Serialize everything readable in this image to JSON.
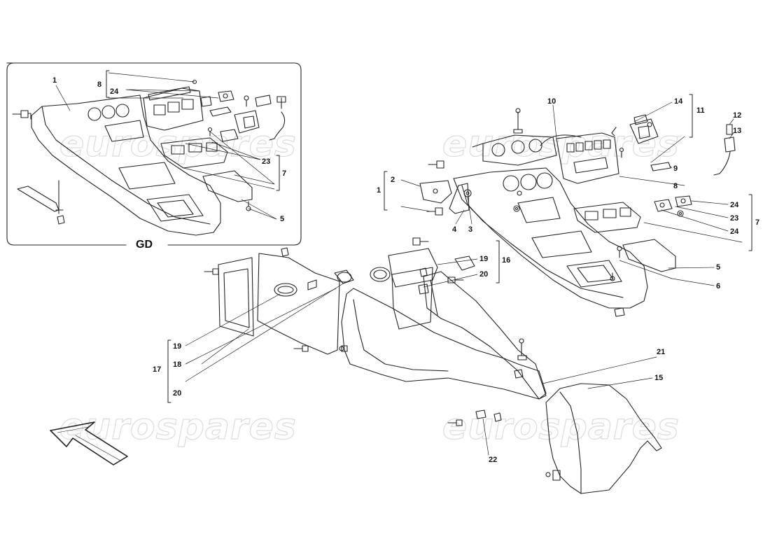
{
  "diagram": {
    "inset_label": "GD",
    "watermark": "eurospares",
    "callouts": {
      "inset": [
        {
          "id": "in-1",
          "text": "1"
        },
        {
          "id": "in-8",
          "text": "8"
        },
        {
          "id": "in-24",
          "text": "24"
        },
        {
          "id": "in-23",
          "text": "23"
        },
        {
          "id": "in-7",
          "text": "7"
        },
        {
          "id": "in-5",
          "text": "5"
        }
      ],
      "console": [
        {
          "id": "c-10",
          "text": "10"
        },
        {
          "id": "c-14",
          "text": "14"
        },
        {
          "id": "c-11",
          "text": "11"
        },
        {
          "id": "c-12",
          "text": "12"
        },
        {
          "id": "c-13",
          "text": "13"
        },
        {
          "id": "c-2",
          "text": "2"
        },
        {
          "id": "c-1",
          "text": "1"
        },
        {
          "id": "c-9",
          "text": "9"
        },
        {
          "id": "c-8",
          "text": "8"
        },
        {
          "id": "c-24a",
          "text": "24"
        },
        {
          "id": "c-23",
          "text": "23"
        },
        {
          "id": "c-24b",
          "text": "24"
        },
        {
          "id": "c-7",
          "text": "7"
        },
        {
          "id": "c-4",
          "text": "4"
        },
        {
          "id": "c-3",
          "text": "3"
        },
        {
          "id": "c-5",
          "text": "5"
        },
        {
          "id": "c-6",
          "text": "6"
        }
      ],
      "tunnel": [
        {
          "id": "t-19a",
          "text": "19"
        },
        {
          "id": "t-16",
          "text": "16"
        },
        {
          "id": "t-20a",
          "text": "20"
        },
        {
          "id": "t-19b",
          "text": "19"
        },
        {
          "id": "t-17",
          "text": "17"
        },
        {
          "id": "t-18",
          "text": "18"
        },
        {
          "id": "t-20b",
          "text": "20"
        },
        {
          "id": "t-21",
          "text": "21"
        },
        {
          "id": "t-15",
          "text": "15"
        },
        {
          "id": "t-22",
          "text": "22"
        }
      ]
    }
  }
}
